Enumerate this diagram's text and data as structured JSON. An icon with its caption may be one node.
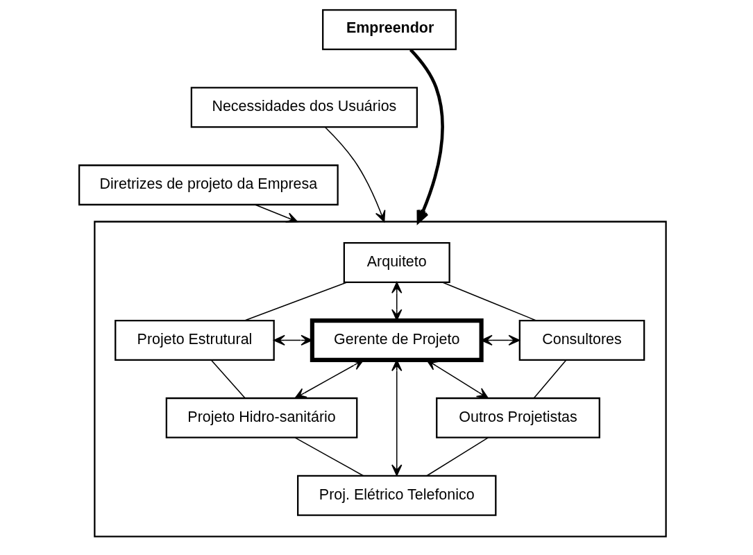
{
  "diagram": {
    "nodes": [
      {
        "text": [
          "Empreendor"
        ]
      },
      {
        "text": [
          "Necessidades dos Usuários"
        ]
      },
      {
        "text": [
          "Diretrizes de projeto da Empresa"
        ]
      },
      {
        "text": [],
        "shape": "box"
      },
      {
        "text": [
          "Arquiteto"
        ],
        "in": 3
      },
      {
        "text": [
          "Projeto Estrutural"
        ],
        "in": 3
      },
      {
        "text": [
          "Gerente de Projeto"
        ],
        "in": 3
      },
      {
        "text": [
          "Consultores"
        ],
        "in": 3
      },
      {
        "text": [
          "Projeto Hidro-sanitário"
        ],
        "in": 3
      },
      {
        "text": [
          "Outros Projetistas"
        ],
        "in": 3
      },
      {
        "text": [
          "Proj. Elétrico Telefonico"
        ],
        "in": 3
      }
    ],
    "edges": [
      {
        "from": 0,
        "to": 3,
        "arrow": "to",
        "style": "thick"
      },
      {
        "from": 1,
        "to": 3,
        "arrow": "to"
      },
      {
        "from": 2,
        "to": 3,
        "arrow": "to"
      },
      {
        "from": 4,
        "to": 5,
        "arrow": "none"
      },
      {
        "from": 4,
        "to": 7,
        "arrow": "none"
      },
      {
        "from": 7,
        "to": 9,
        "arrow": "none"
      },
      {
        "from": 9,
        "to": 10,
        "arrow": "none"
      },
      {
        "from": 8,
        "to": 10,
        "arrow": "none"
      },
      {
        "from": 5,
        "to": 8,
        "arrow": "none"
      },
      {
        "from": 4,
        "to": 6,
        "arrow": "both"
      },
      {
        "from": 5,
        "to": 6,
        "arrow": "both"
      },
      {
        "from": 6,
        "to": 7,
        "arrow": "both"
      },
      {
        "from": 6,
        "to": 8,
        "arrow": "both"
      },
      {
        "from": 6,
        "to": 9,
        "arrow": "both"
      },
      {
        "from": 6,
        "to": 10,
        "arrow": "both"
      }
    ]
  }
}
